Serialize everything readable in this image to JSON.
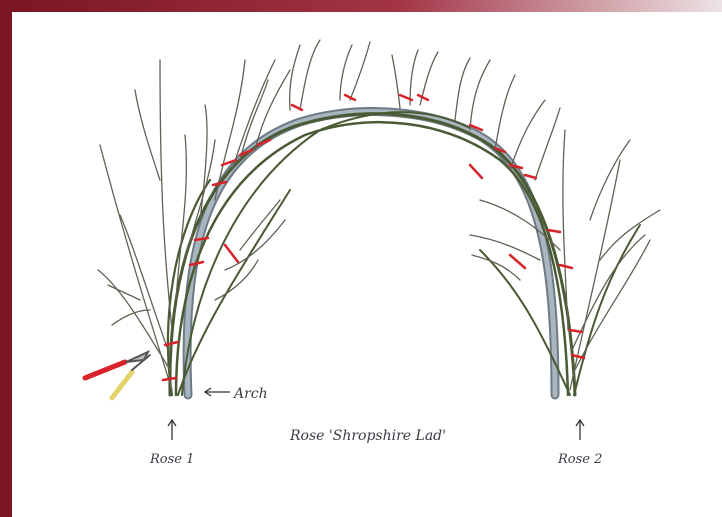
{
  "labels": {
    "arch": "Arch",
    "title": "Rose 'Shropshire Lad'",
    "rose1": "Rose 1",
    "rose2": "Rose 2"
  },
  "colors": {
    "frame_dark": "#7d1526",
    "arch_metal": "#8f9ea8",
    "stem_green": "#4a5a34",
    "twig": "#6f6f74",
    "tie_red": "#d8232a"
  },
  "icons": [
    "secateurs-icon",
    "arrow-up-icon",
    "arrow-left-icon"
  ]
}
